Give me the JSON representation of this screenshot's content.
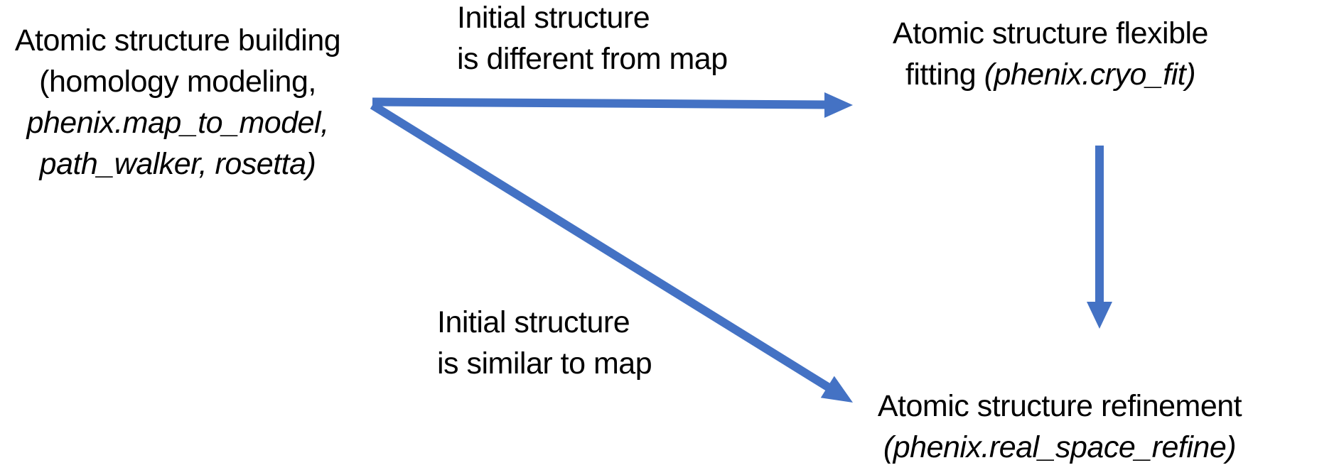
{
  "colors": {
    "arrow": "#4472C4",
    "text": "#000000",
    "background": "#ffffff"
  },
  "nodes": {
    "building": {
      "line1": "Atomic structure building",
      "line2": "(homology modeling,",
      "line3": "phenix.map_to_model,",
      "line4": "path_walker, rosetta)"
    },
    "fitting": {
      "line1": "Atomic structure flexible",
      "line2_pre": "fitting ",
      "line2_italic": "(phenix.cryo_fit)"
    },
    "refinement": {
      "line1": "Atomic structure refinement",
      "line2_italic": "(phenix.real_space_refine)"
    }
  },
  "labels": {
    "different": {
      "line1": "Initial structure",
      "line2": "is different from map"
    },
    "similar": {
      "line1": "Initial structure",
      "line2": "is similar to map"
    }
  },
  "arrows": [
    {
      "name": "building-to-fitting",
      "from": "building",
      "to": "fitting",
      "condition_label": "different"
    },
    {
      "name": "building-to-refinement",
      "from": "building",
      "to": "refinement",
      "condition_label": "similar"
    },
    {
      "name": "fitting-to-refinement",
      "from": "fitting",
      "to": "refinement",
      "condition_label": ""
    }
  ]
}
